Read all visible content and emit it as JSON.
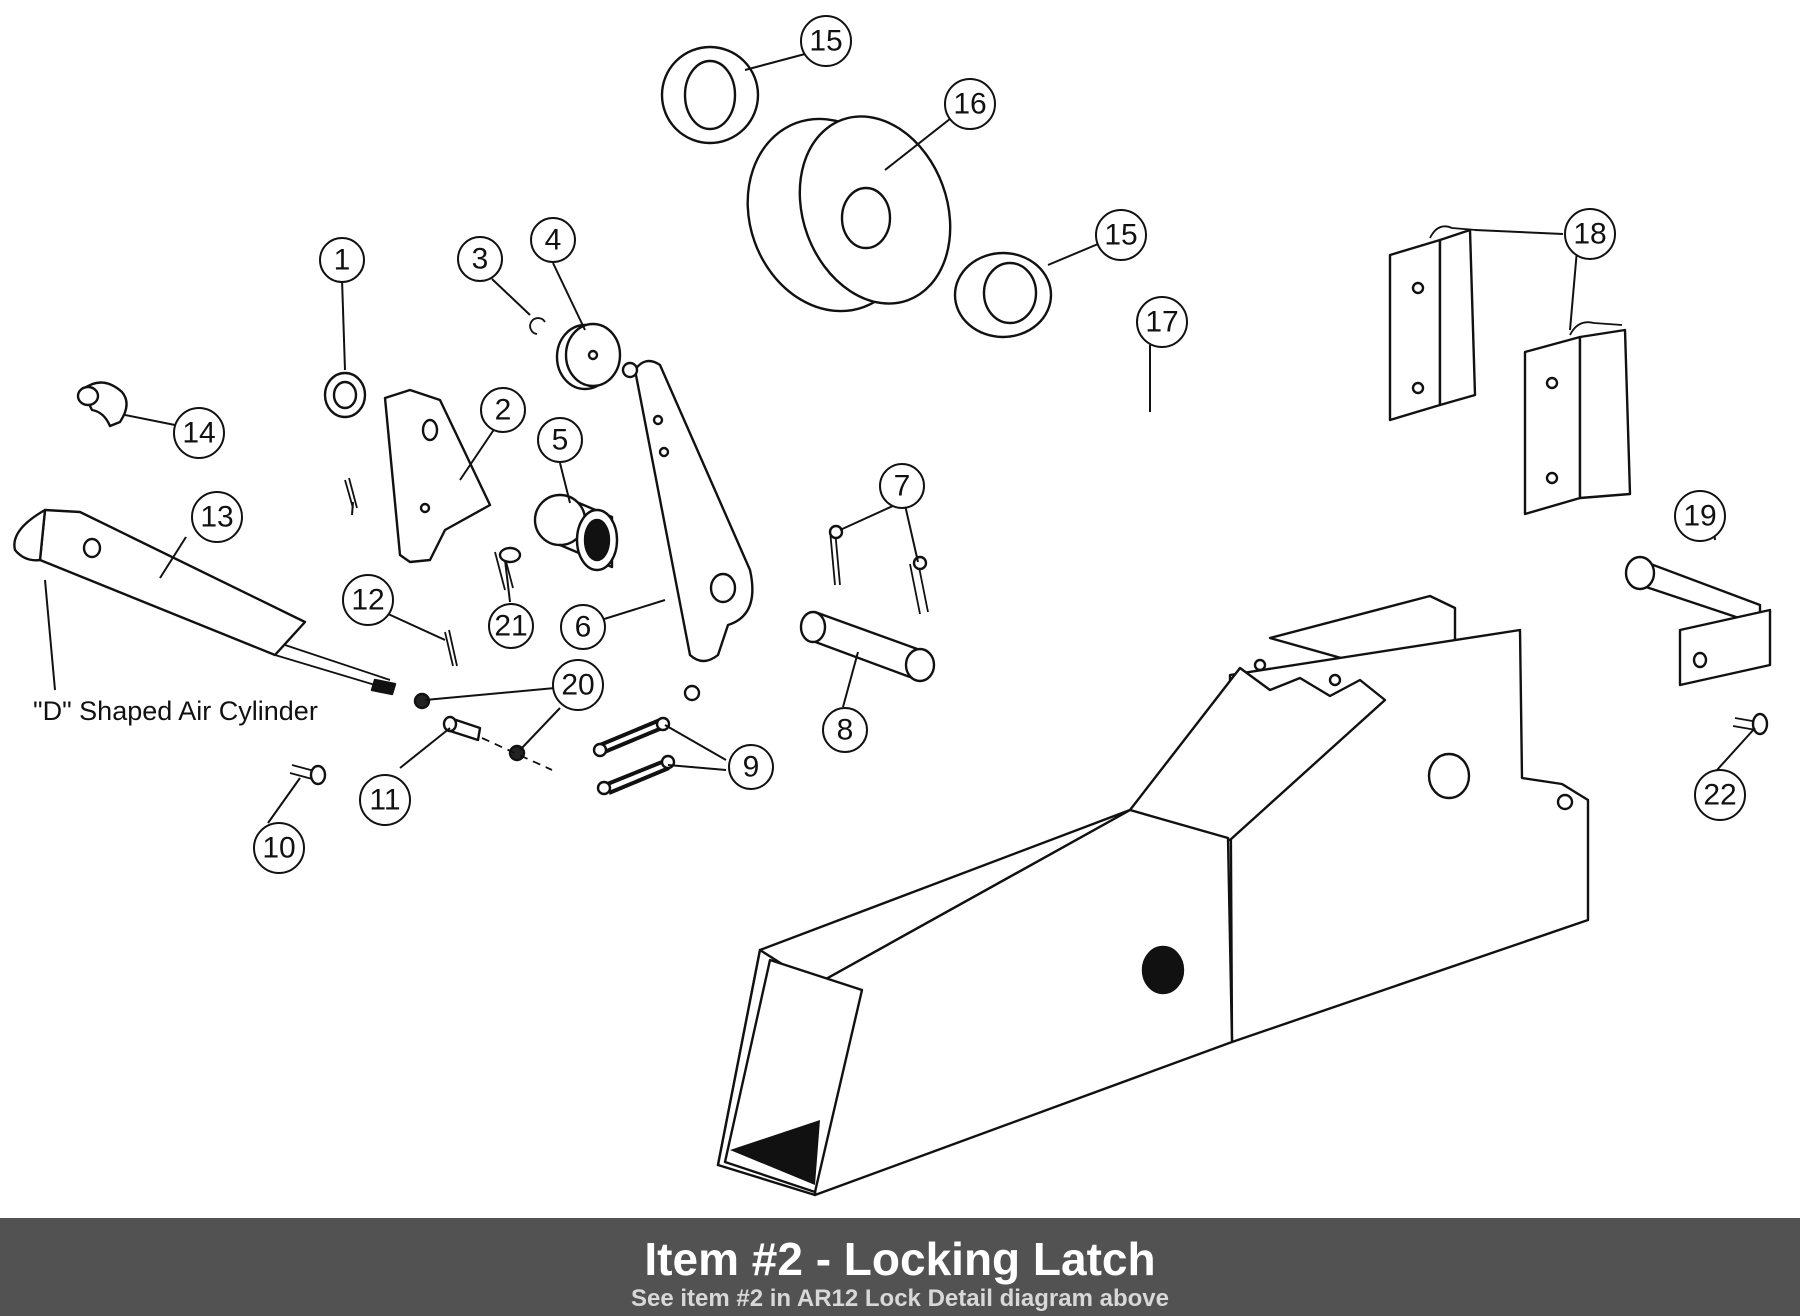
{
  "diagram": {
    "callouts": [
      {
        "id": "c1",
        "label": "1"
      },
      {
        "id": "c2",
        "label": "2"
      },
      {
        "id": "c3",
        "label": "3"
      },
      {
        "id": "c4",
        "label": "4"
      },
      {
        "id": "c5",
        "label": "5"
      },
      {
        "id": "c6",
        "label": "6"
      },
      {
        "id": "c7",
        "label": "7"
      },
      {
        "id": "c8",
        "label": "8"
      },
      {
        "id": "c9",
        "label": "9"
      },
      {
        "id": "c10",
        "label": "10"
      },
      {
        "id": "c11",
        "label": "11"
      },
      {
        "id": "c12",
        "label": "12"
      },
      {
        "id": "c13",
        "label": "13"
      },
      {
        "id": "c14",
        "label": "14"
      },
      {
        "id": "c15a",
        "label": "15"
      },
      {
        "id": "c15b",
        "label": "15"
      },
      {
        "id": "c16",
        "label": "16"
      },
      {
        "id": "c17",
        "label": "17"
      },
      {
        "id": "c18",
        "label": "18"
      },
      {
        "id": "c19",
        "label": "19"
      },
      {
        "id": "c20",
        "label": "20"
      },
      {
        "id": "c21",
        "label": "21"
      },
      {
        "id": "c22",
        "label": "22"
      }
    ],
    "note": "\"D\" Shaped Air Cylinder"
  },
  "caption": {
    "title": "Item #2 - Locking Latch",
    "subtitle": "See item #2 in AR12 Lock Detail diagram above"
  }
}
